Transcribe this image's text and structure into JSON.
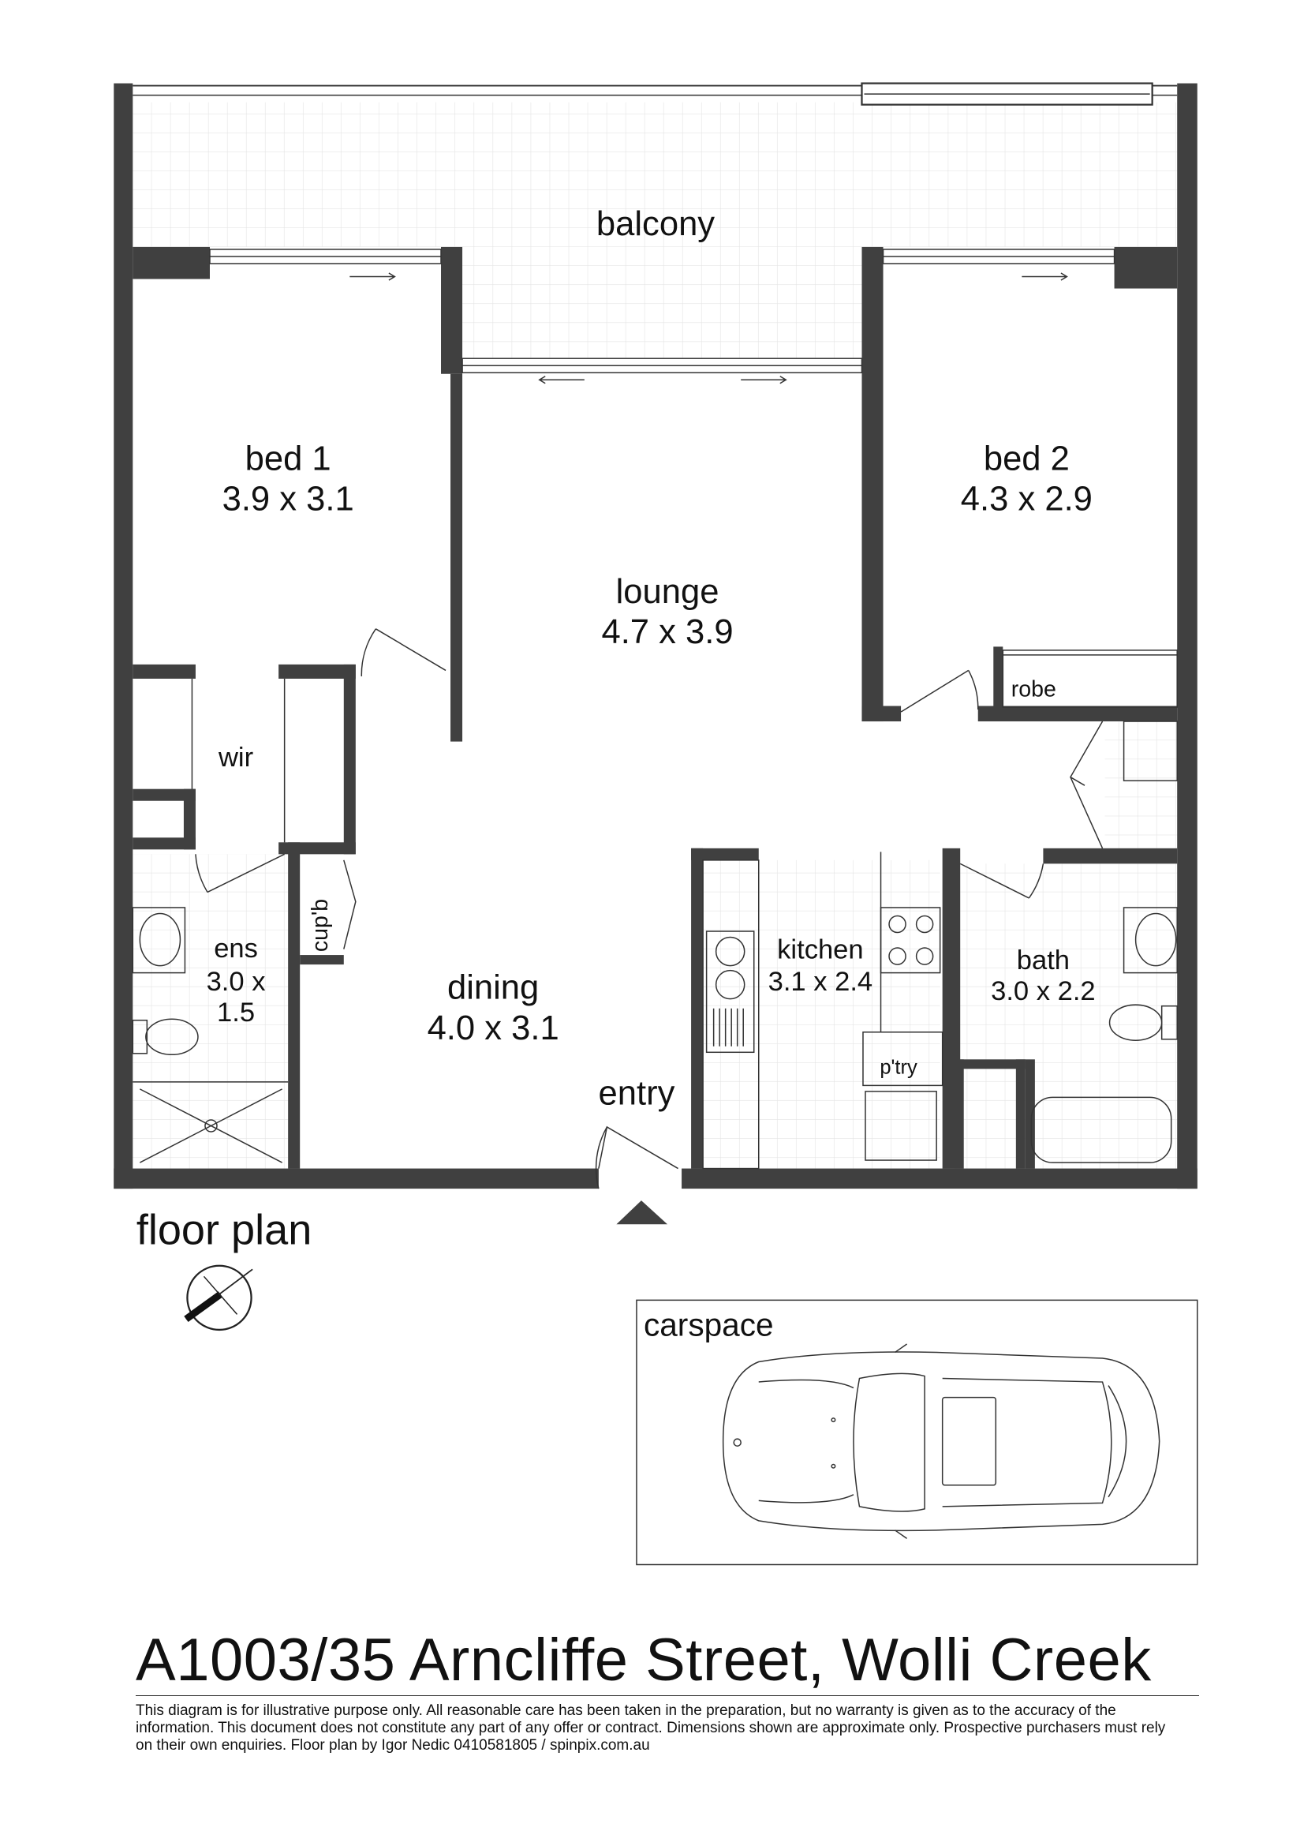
{
  "rooms": {
    "balcony": {
      "name": "balcony"
    },
    "bed1": {
      "name": "bed 1",
      "size": "3.9 x 3.1"
    },
    "bed2": {
      "name": "bed 2",
      "size": "4.3 x 2.9"
    },
    "lounge": {
      "name": "lounge",
      "size": "4.7 x 3.9"
    },
    "robe": {
      "name": "robe"
    },
    "wir": {
      "name": "wir"
    },
    "ens": {
      "name": "ens",
      "size_line1": "3.0 x",
      "size_line2": "1.5"
    },
    "cupboard": {
      "name": "cup'b"
    },
    "dining": {
      "name": "dining",
      "size": "4.0 x 3.1"
    },
    "kitchen": {
      "name": "kitchen",
      "size": "3.1 x 2.4"
    },
    "pantry": {
      "name": "p'try"
    },
    "bath": {
      "name": "bath",
      "size": "3.0 x 2.2"
    },
    "entry": {
      "name": "entry"
    }
  },
  "floor_plan_label": "floor plan",
  "carspace_label": "carspace",
  "title": "A1003/35 Arncliffe Street, Wolli Creek",
  "disclaimer": "This diagram is for illustrative purpose only. All reasonable care has been taken in the preparation, but no warranty is given as to the accuracy of the information. This document does not constitute any part of any offer or contract. Dimensions shown are approximate only. Prospective purchasers must rely on their own enquiries. Floor plan by Igor Nedic 0410581805 / spinpix.com.au"
}
